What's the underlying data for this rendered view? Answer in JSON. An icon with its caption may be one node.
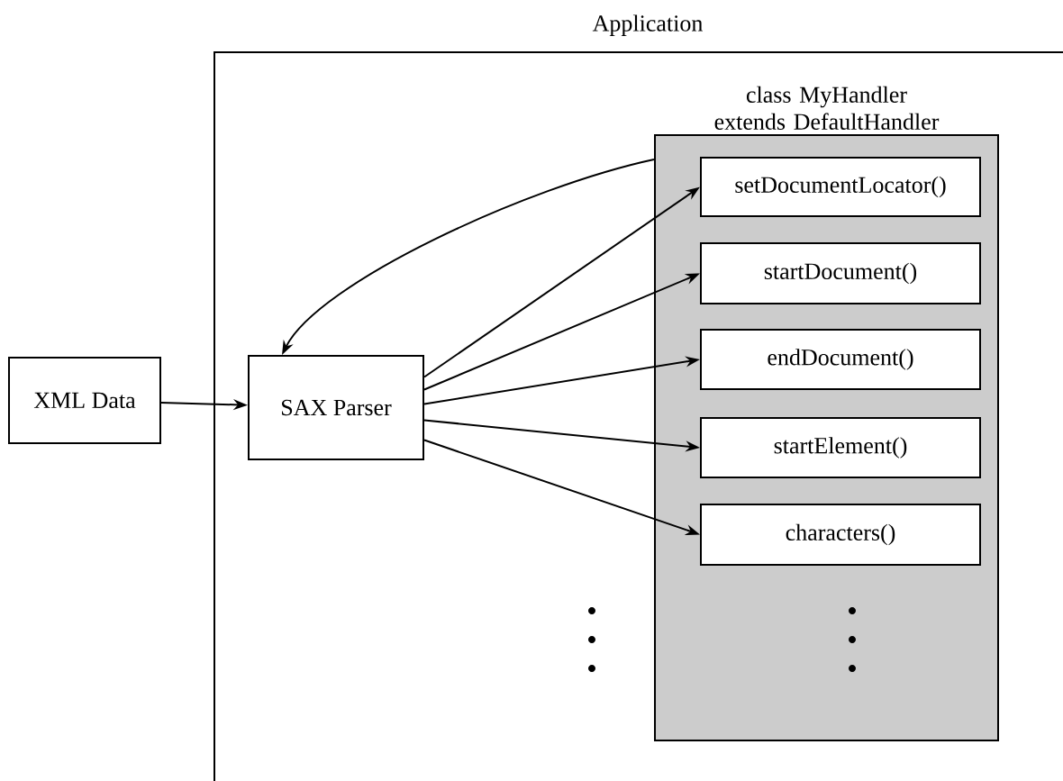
{
  "diagram": {
    "nodes": [
      {
        "text": [
          "Application"
        ]
      },
      {
        "text": [
          "XML Data"
        ]
      },
      {
        "text": [
          "SAX Parser"
        ],
        "in": 0
      },
      {
        "text": [
          "class MyHandler extends DefaultHandler"
        ],
        "in": 0
      },
      {
        "text": [
          "setDocumentLocator()"
        ],
        "in": 3
      },
      {
        "text": [
          "startDocument()"
        ],
        "in": 3
      },
      {
        "text": [
          "endDocument()"
        ],
        "in": 3
      },
      {
        "text": [
          "startElement()"
        ],
        "in": 3
      },
      {
        "text": [
          "characters()"
        ],
        "in": 3
      }
    ],
    "edges": [
      {
        "from": 1,
        "to": 2,
        "arrow": "to"
      },
      {
        "from": 3,
        "to": 2,
        "arrow": "to"
      },
      {
        "from": 2,
        "to": 4,
        "arrow": "to"
      },
      {
        "from": 2,
        "to": 5,
        "arrow": "to"
      },
      {
        "from": 2,
        "to": 6,
        "arrow": "to"
      },
      {
        "from": 2,
        "to": 7,
        "arrow": "to"
      },
      {
        "from": 2,
        "to": 8,
        "arrow": "to"
      }
    ]
  }
}
